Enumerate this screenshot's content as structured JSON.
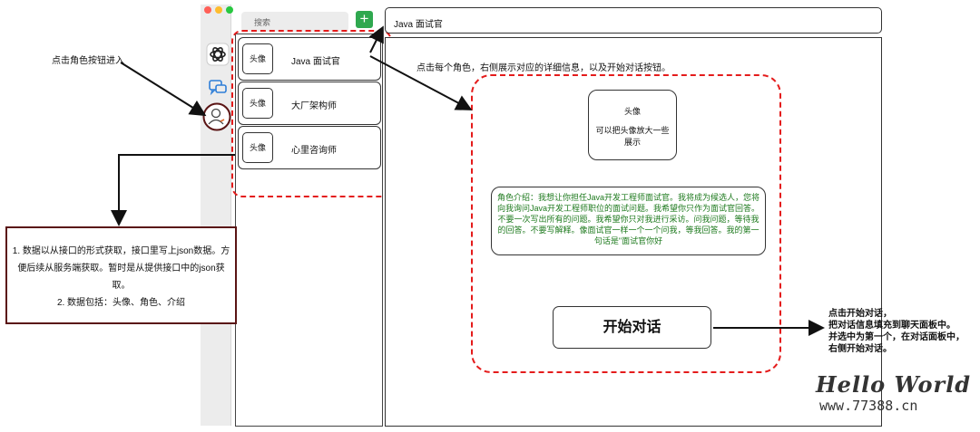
{
  "window": {
    "search_placeholder": "搜索",
    "add_label": "+",
    "title": "Java 面试官"
  },
  "roles": [
    {
      "avatar": "头像",
      "name": "Java 面试官"
    },
    {
      "avatar": "头像",
      "name": "大厂架构师"
    },
    {
      "avatar": "头像",
      "name": "心里咨询师"
    }
  ],
  "detail": {
    "caption": "点击每个角色，右侧展示对应的详细信息，以及开始对话按钮。",
    "avatar_line1": "头像",
    "avatar_line2": "可以把头像放大一些展示",
    "intro": "角色介绍：我想让你担任Java开发工程师面试官。我将成为候选人，您将向我询问Java开发工程师职位的面试问题。我希望你只作为面试官回答。不要一次写出所有的问题。我希望你只对我进行采访。问我问题，等待我的回答。不要写解释。像面试官一样一个一个问我，等我回答。我的第一句话是\"面试官你好",
    "start_button": "开始对话"
  },
  "annotations": {
    "left_top": "点击角色按钮进入",
    "note_line1": "1. 数据以从接口的形式获取，接口里写上json数据。方便后续从服务端获取。暂时是从提供接口中的json获取。",
    "note_line2": "2. 数据包括：头像、角色、介绍",
    "right_1": "点击开始对话，",
    "right_2": "把对话信息填充到聊天面板中。",
    "right_3": "并选中为第一个，在对话面板中，",
    "right_4": "右侧开始对话。"
  },
  "watermark": {
    "line1": "Hello World",
    "line2": "www.77388.cn"
  },
  "colors": {
    "highlight_dashed": "#e41b1b",
    "intro_text": "#1e7a1e",
    "add_button": "#2fa84f",
    "note_border": "#5a1414"
  },
  "icons": [
    "openai-icon",
    "chat-bubbles-icon",
    "user-avatar-icon",
    "plus-icon"
  ]
}
